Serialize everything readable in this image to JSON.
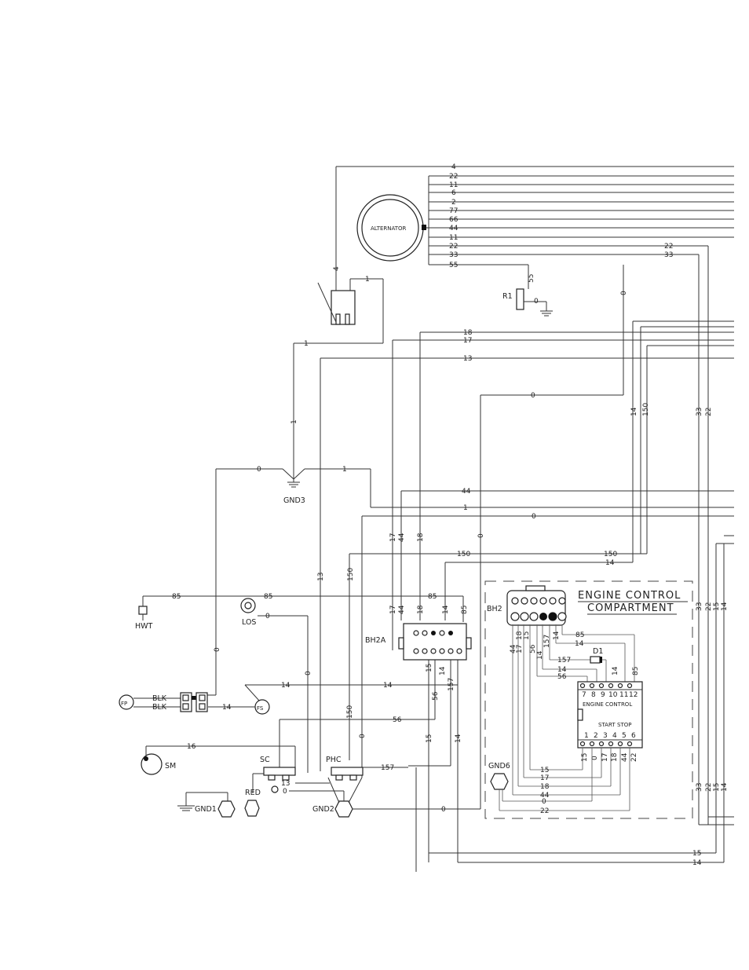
{
  "components": {
    "alternator": "ALTERNATOR",
    "r1": "R1",
    "gnd3": "GND3",
    "hwt": "HWT",
    "los": "LOS",
    "bh2a": "BH2A",
    "bh2": "BH2",
    "fp": "FP",
    "fs": "FS",
    "blk1": "BLK",
    "blk2": "BLK",
    "sm": "SM",
    "sc": "SC",
    "phc": "PHC",
    "red": "RED",
    "gnd1": "GND1",
    "gnd2": "GND2",
    "gnd6": "GND6",
    "d1": "D1",
    "engine_control_module": "ENGINE CONTROL",
    "start": "START",
    "stop": "STOP"
  },
  "compartment": {
    "title_line1": "ENGINE CONTROL",
    "title_line2": "COMPARTMENT"
  },
  "engine_control_pins_top": [
    "7",
    "8",
    "9",
    "10",
    "11",
    "12"
  ],
  "engine_control_pins_bottom": [
    "1",
    "2",
    "3",
    "4",
    "5",
    "6"
  ],
  "wires": {
    "w4": "4",
    "w22": "22",
    "w11": "11",
    "w6": "6",
    "w2": "2",
    "w77": "77",
    "w66": "66",
    "w44": "44",
    "w11b": "11",
    "w22b": "22",
    "w33": "33",
    "w55": "55",
    "w55v": "55",
    "w0r1": "0",
    "w22r": "22",
    "w33r": "33",
    "w4v": "4",
    "w1sw": "1",
    "w1a": "1",
    "w1v": "1",
    "w0v_top": "0",
    "w18": "18",
    "w17": "17",
    "w13": "13",
    "w0mid": "0",
    "w0g3": "0",
    "w1g3": "1",
    "w14v": "14",
    "w150v": "150",
    "w33v": "33",
    "w22v": "22",
    "w44h": "44",
    "w1h": "1",
    "w0h": "0",
    "w150h": "150",
    "w14h": "14",
    "v17": "17",
    "v44": "44",
    "v18": "18",
    "v0c": "0",
    "v13": "13",
    "v150": "150",
    "w85a": "85",
    "w85b": "85",
    "w0los": "0",
    "b17": "17",
    "b44": "44",
    "b18": "18",
    "b14": "14",
    "b85": "85",
    "b15": "15",
    "b14b": "14",
    "b56v": "56",
    "b157v": "157",
    "b15v": "15",
    "b14v": "14",
    "w14fs": "14",
    "w14blk": "14",
    "w0left": "0",
    "w56": "56",
    "w16": "16",
    "w0sc": "0",
    "w150p": "150",
    "w0p": "0",
    "w157": "157",
    "w13p": "13",
    "w0p2": "0",
    "w0gnd2": "0",
    "c44": "44",
    "c18": "18",
    "c17": "17",
    "c15": "15",
    "c56": "56",
    "c14": "14",
    "c157": "157",
    "c14b": "14",
    "c85": "85",
    "c14c": "14",
    "c157h": "157",
    "c14h": "14",
    "c56h": "56",
    "c14v": "14",
    "c85v": "85",
    "e15": "15",
    "e0": "0",
    "e17": "17",
    "e18": "18",
    "e44": "44",
    "e22": "22",
    "f15": "15",
    "f17": "17",
    "f18": "18",
    "f44": "44",
    "f0": "0",
    "f22": "22",
    "r33": "33",
    "r22": "22",
    "r15": "15",
    "r14": "14",
    "r33b": "33",
    "r22b": "22",
    "r15b": "15",
    "r14b": "14",
    "bot15": "15",
    "bot14": "14"
  }
}
